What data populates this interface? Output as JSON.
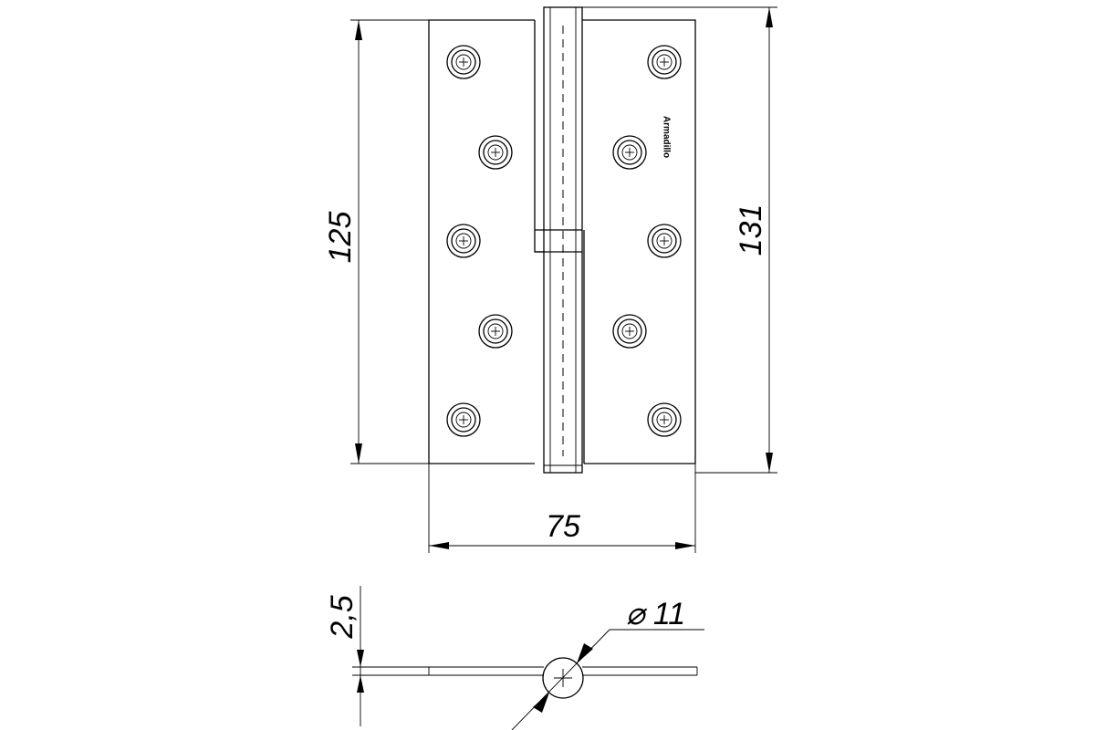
{
  "dimensions": {
    "leaf_height": "125",
    "total_height": "131",
    "width": "75",
    "thickness": "2,5",
    "knuckle_diameter": "⌀ 11"
  },
  "brand_mark": "Armadillo"
}
